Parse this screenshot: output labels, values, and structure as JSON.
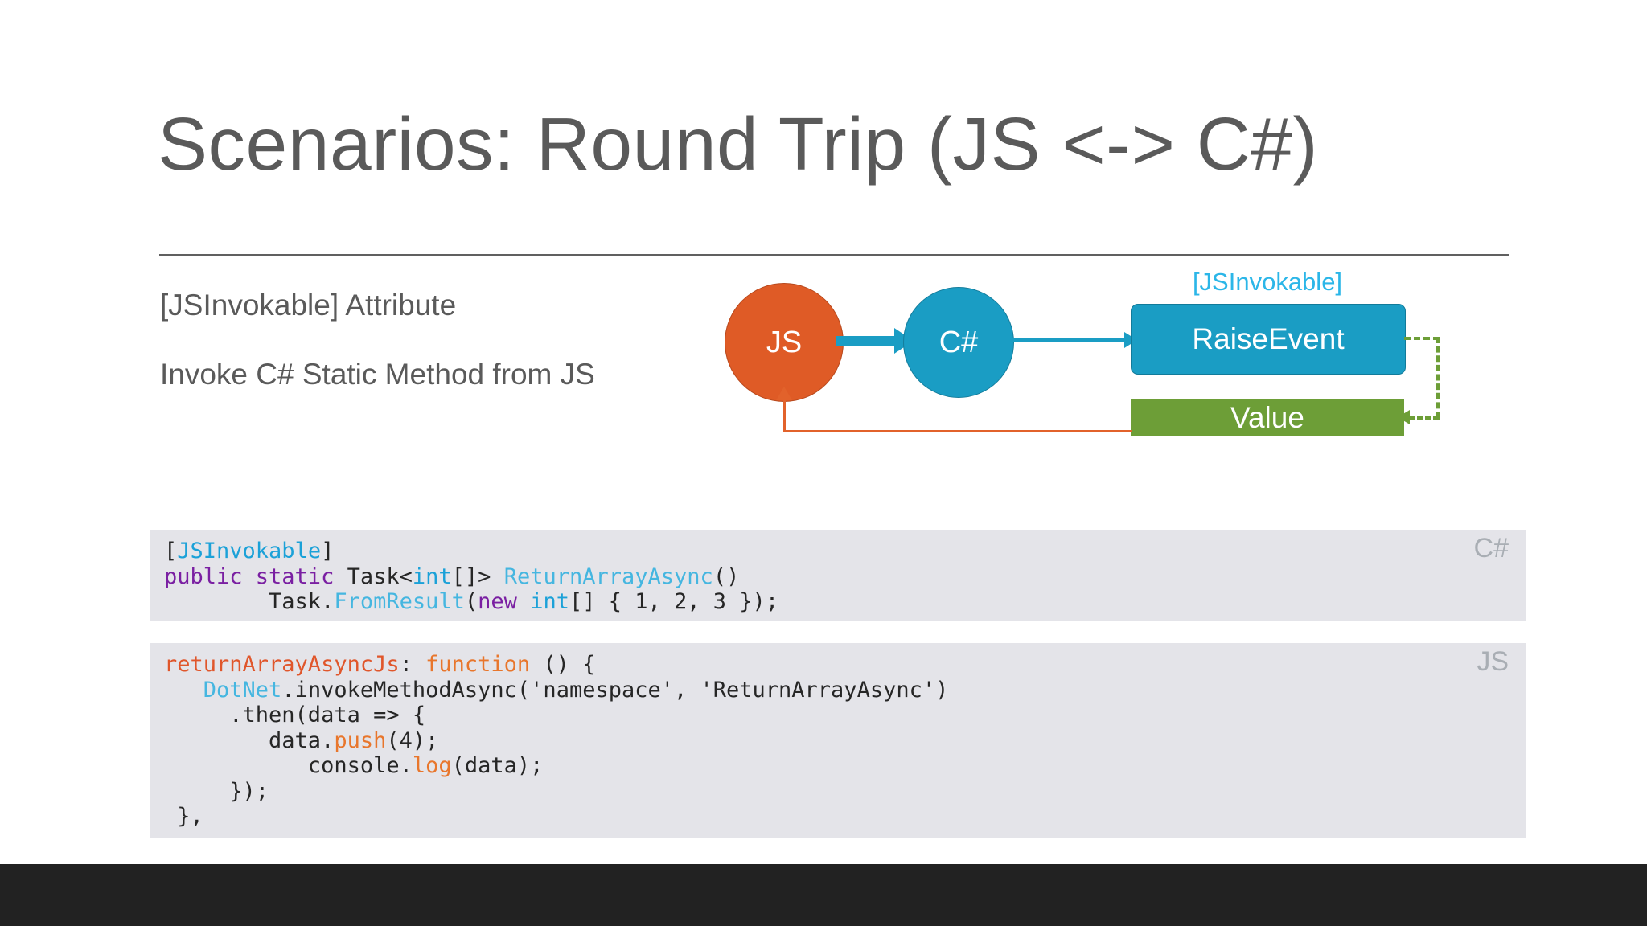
{
  "slide": {
    "title": "Scenarios: Round Trip (JS <-> C#)",
    "bullets": [
      "[JSInvokable] Attribute",
      "Invoke C# Static Method from JS"
    ]
  },
  "diagram": {
    "js_node": "JS",
    "cs_node": "C#",
    "raise_event_box": "RaiseEvent",
    "value_box": "Value",
    "attribute_label": "[JSInvokable]",
    "colors": {
      "js_orange": "#DF5B26",
      "cs_blue": "#1A9DC4",
      "value_green": "#6D9E37",
      "attribute_cyan": "#2BB6E8",
      "return_arrow_orange": "#E2622B"
    }
  },
  "code_blocks": [
    {
      "language_label": "C#",
      "lines": [
        "[JSInvokable]",
        "public static Task<int[]> ReturnArrayAsync()",
        "        Task.FromResult(new int[] { 1, 2, 3 });"
      ]
    },
    {
      "language_label": "JS",
      "lines": [
        "returnArrayAsyncJs: function () {",
        "   DotNet.invokeMethodAsync('namespace', 'ReturnArrayAsync')",
        "     .then(data => {",
        "        data.push(4);",
        "           console.log(data);",
        "     });",
        " },"
      ]
    }
  ]
}
